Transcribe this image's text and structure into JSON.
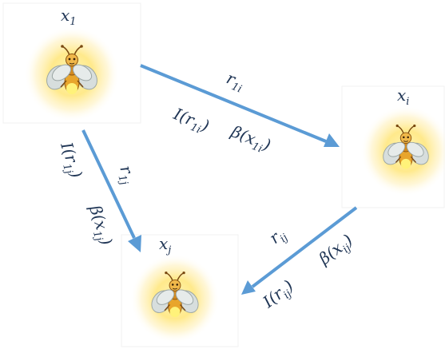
{
  "nodes": {
    "x1": {
      "base": "x",
      "sub": "1"
    },
    "xi": {
      "base": "x",
      "sub": "i"
    },
    "xj": {
      "base": "x",
      "sub": "j"
    }
  },
  "edges": {
    "e1i": {
      "distance": {
        "base": "r",
        "sub": "1i"
      },
      "intensity": {
        "fn": "I",
        "arg_base": "r",
        "arg_sub": "1i"
      },
      "attractiveness": {
        "fn": "β",
        "arg_base": "x",
        "arg_sub": "1i"
      }
    },
    "e1j": {
      "distance": {
        "base": "r",
        "sub": "1j"
      },
      "intensity": {
        "fn": "I",
        "arg_base": "r",
        "arg_sub": "1j"
      },
      "attractiveness": {
        "fn": "β",
        "arg_base": "x",
        "arg_sub": "1j"
      }
    },
    "eij": {
      "distance": {
        "base": "r",
        "sub": "ij"
      },
      "intensity": {
        "fn": "I",
        "arg_base": "r",
        "arg_sub": "ij"
      },
      "attractiveness": {
        "fn": "β",
        "arg_base": "x",
        "arg_sub": "ij"
      }
    }
  },
  "colors": {
    "arrow": "#5b9bd5",
    "text": "#1f3555",
    "glow": "#ffe27a",
    "firefly_body": "#e0a12a",
    "firefly_wing": "#cfd8d8"
  }
}
